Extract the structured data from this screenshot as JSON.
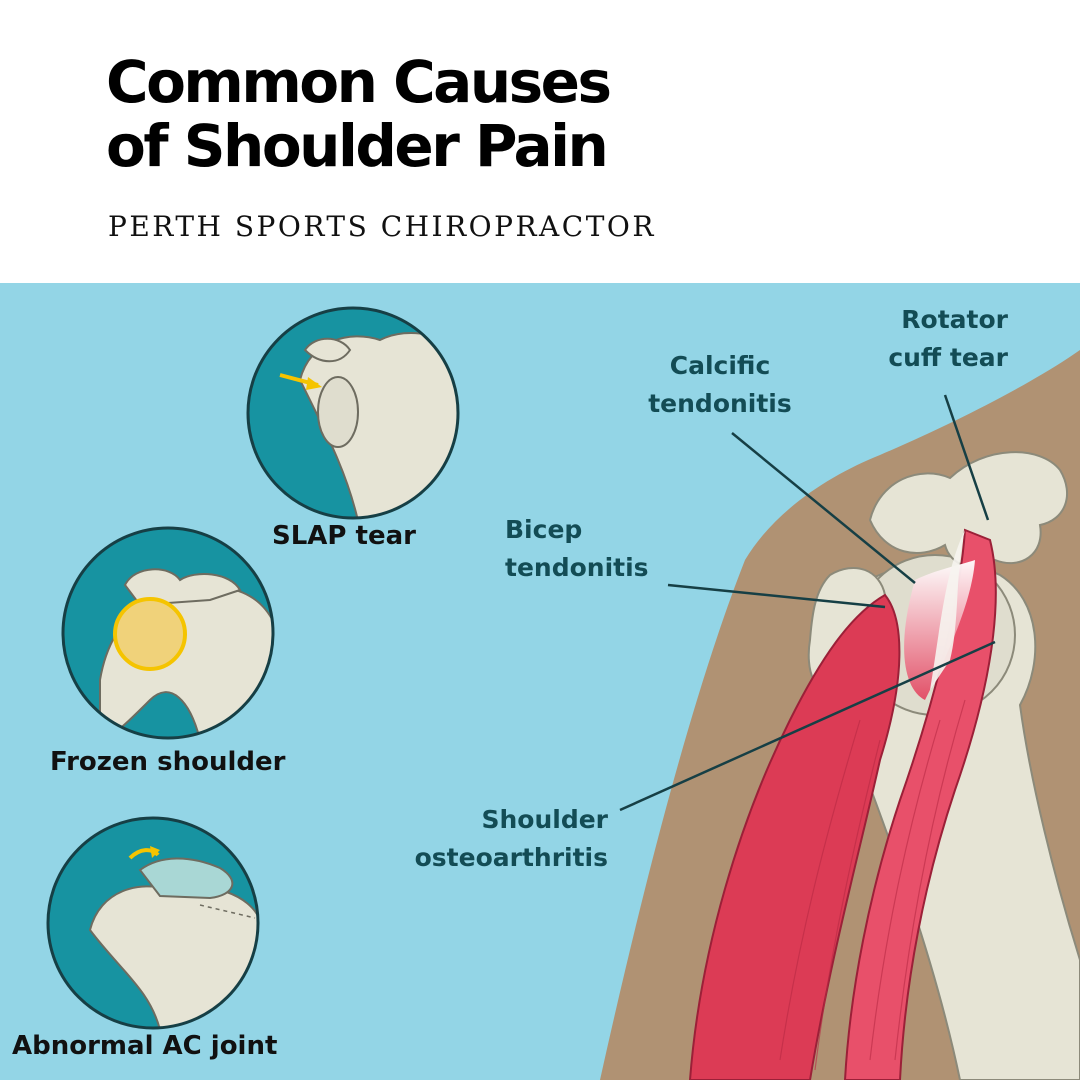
{
  "header": {
    "title_line1": "Common Causes",
    "title_line2": "of Shoulder Pain",
    "subtitle": "PERTH SPORTS CHIROPRACTOR"
  },
  "callouts": {
    "rotator_cuff": {
      "line1": "Rotator",
      "line2": "cuff tear"
    },
    "calcific": {
      "line1": "Calcific",
      "line2": "tendonitis"
    },
    "bicep": {
      "line1": "Bicep",
      "line2": "tendonitis"
    },
    "osteoarthritis": {
      "line1": "Shoulder",
      "line2": "osteoarthritis"
    }
  },
  "insets": [
    {
      "caption": "SLAP tear"
    },
    {
      "caption": "Frozen shoulder"
    },
    {
      "caption": "Abnormal AC joint"
    }
  ],
  "colors": {
    "panel_bg": "#93d5e6",
    "inset_bg": "#1793a1",
    "skin": "#b09273",
    "bone": "#e6e4d5",
    "muscle": "#dc3b55",
    "label_text": "#134c55",
    "highlight": "#f5c400"
  }
}
